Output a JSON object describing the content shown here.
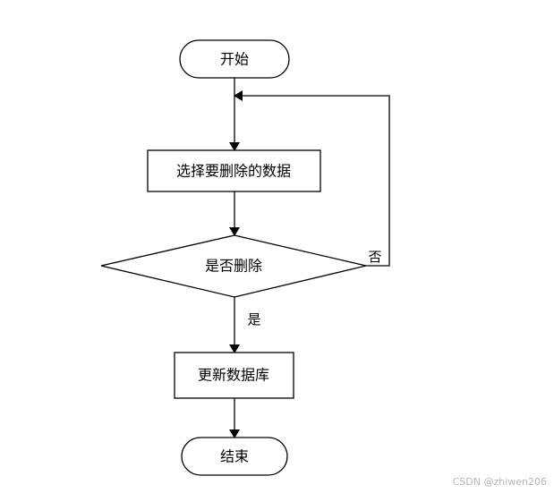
{
  "nodes": {
    "start": {
      "label": "开始",
      "shape": "terminal"
    },
    "select": {
      "label": "选择要删除的数据",
      "shape": "process"
    },
    "decision": {
      "label": "是否删除",
      "shape": "decision"
    },
    "update": {
      "label": "更新数据库",
      "shape": "process"
    },
    "end": {
      "label": "结束",
      "shape": "terminal"
    }
  },
  "edges": {
    "yes_label": "是",
    "no_label": "否"
  },
  "watermark": "CSDN @zhiwen206",
  "colors": {
    "stroke": "#000000",
    "background": "#ffffff",
    "watermark": "#b5b5b5"
  }
}
